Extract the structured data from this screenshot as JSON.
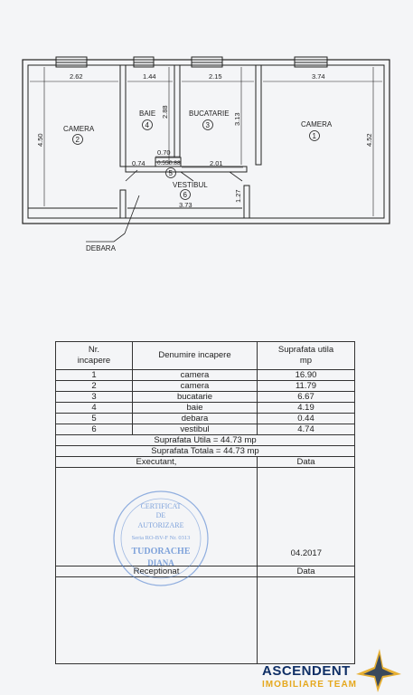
{
  "plan": {
    "rooms": [
      {
        "name": "CAMERA",
        "number": "2"
      },
      {
        "name": "BAIE",
        "number": "4"
      },
      {
        "name": "BUCATARIE",
        "number": "3"
      },
      {
        "name": "CAMERA",
        "number": "1"
      },
      {
        "name": "VESTIBUL",
        "number": "6"
      },
      {
        "name": "",
        "number": "5"
      }
    ],
    "debara_label": "DEBARA",
    "dimensions": {
      "d262": "2.62",
      "d144": "1.44",
      "d215": "2.15",
      "d374": "3.74",
      "d450": "4.50",
      "d288": "2.88",
      "d313": "3.13",
      "d452": "4.52",
      "d070": "0.70",
      "d074": "0.74",
      "d055": "0.55",
      "d088": "0.88",
      "d201": "2.01",
      "d127": "1.27",
      "d373": "3.73"
    }
  },
  "table": {
    "headers": {
      "nr": "Nr.\nincapere",
      "denumire": "Denumire incapere",
      "suprafata": "Suprafata utila\nmp"
    },
    "rows": [
      {
        "nr": "1",
        "name": "camera",
        "area": "16.90"
      },
      {
        "nr": "2",
        "name": "camera",
        "area": "11.79"
      },
      {
        "nr": "3",
        "name": "bucatarie",
        "area": "6.67"
      },
      {
        "nr": "4",
        "name": "baie",
        "area": "4.19"
      },
      {
        "nr": "5",
        "name": "debara",
        "area": "0.44"
      },
      {
        "nr": "6",
        "name": "vestibul",
        "area": "4.74"
      }
    ],
    "total_utila": "Suprafata Utila = 44.73 mp",
    "total_totala": "Suprafata Totala = 44.73  mp",
    "executant": "Executant,",
    "data_label": "Data",
    "date_value": "04.2017",
    "receptionat": "Receptionat",
    "data_label2": "Data"
  },
  "stamp": {
    "title1": "CERTIFICAT",
    "title2": "DE",
    "title3": "AUTORIZARE",
    "serie": "Seria RO-BV-F  Nr. 0313",
    "name1": "TUDORACHE",
    "name2": "DIANA"
  },
  "logo": {
    "line1": "ASCENDENT",
    "line2": "IMOBILIARE TEAM",
    "accent": "#e5a81e",
    "brand": "#0f2f66"
  },
  "colors": {
    "stamp": "#4d7fcf",
    "lines": "#222222"
  }
}
